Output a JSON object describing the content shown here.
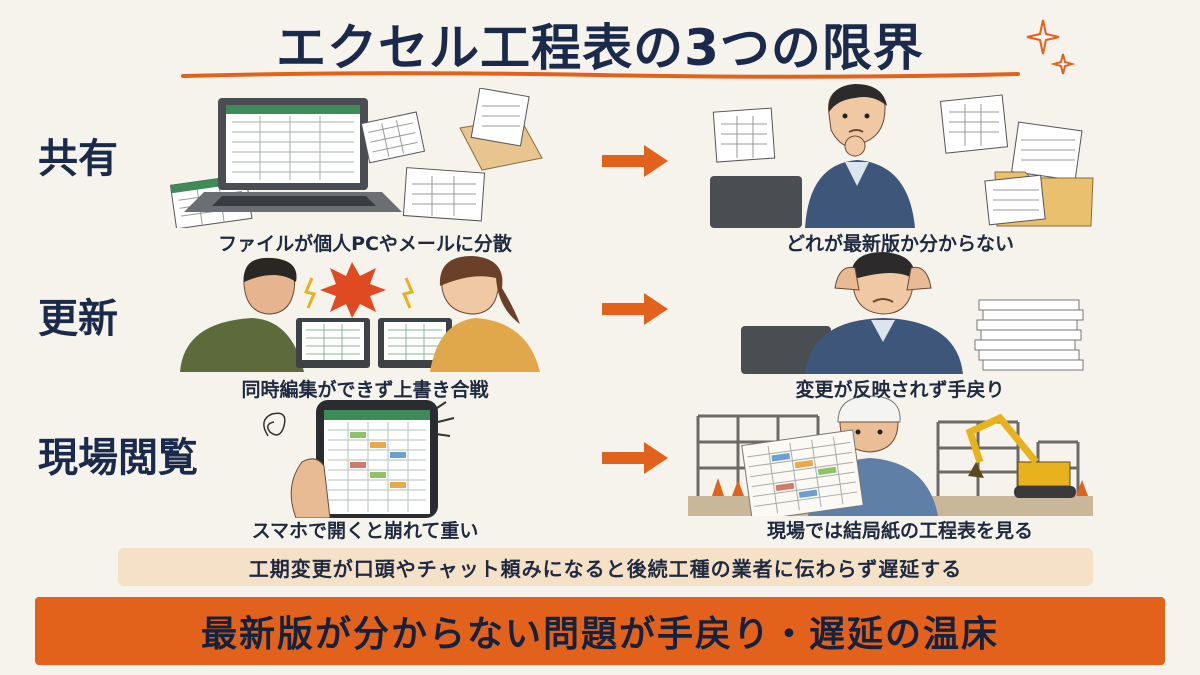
{
  "title": "エクセル工程表の3つの限界",
  "colors": {
    "accent": "#e2621c",
    "navy": "#1b2a4a",
    "background": "#f6f3ec",
    "note_bg": "#f5e0c8"
  },
  "rows": [
    {
      "label": "共有",
      "before": "ファイルが個人PCやメールに分散",
      "after": "どれが最新版か分からない"
    },
    {
      "label": "更新",
      "before": "同時編集ができず上書き合戦",
      "after": "変更が反映されず手戻り"
    },
    {
      "label": "現場閲覧",
      "before": "スマホで開くと崩れて重い",
      "after": "現場では結局紙の工程表を見る"
    }
  ],
  "note": "工期変更が口頭やチャット頼みになると後続工種の業者に伝わらず遅延する",
  "conclusion": "最新版が分からない問題が手戻り・遅延の温床"
}
